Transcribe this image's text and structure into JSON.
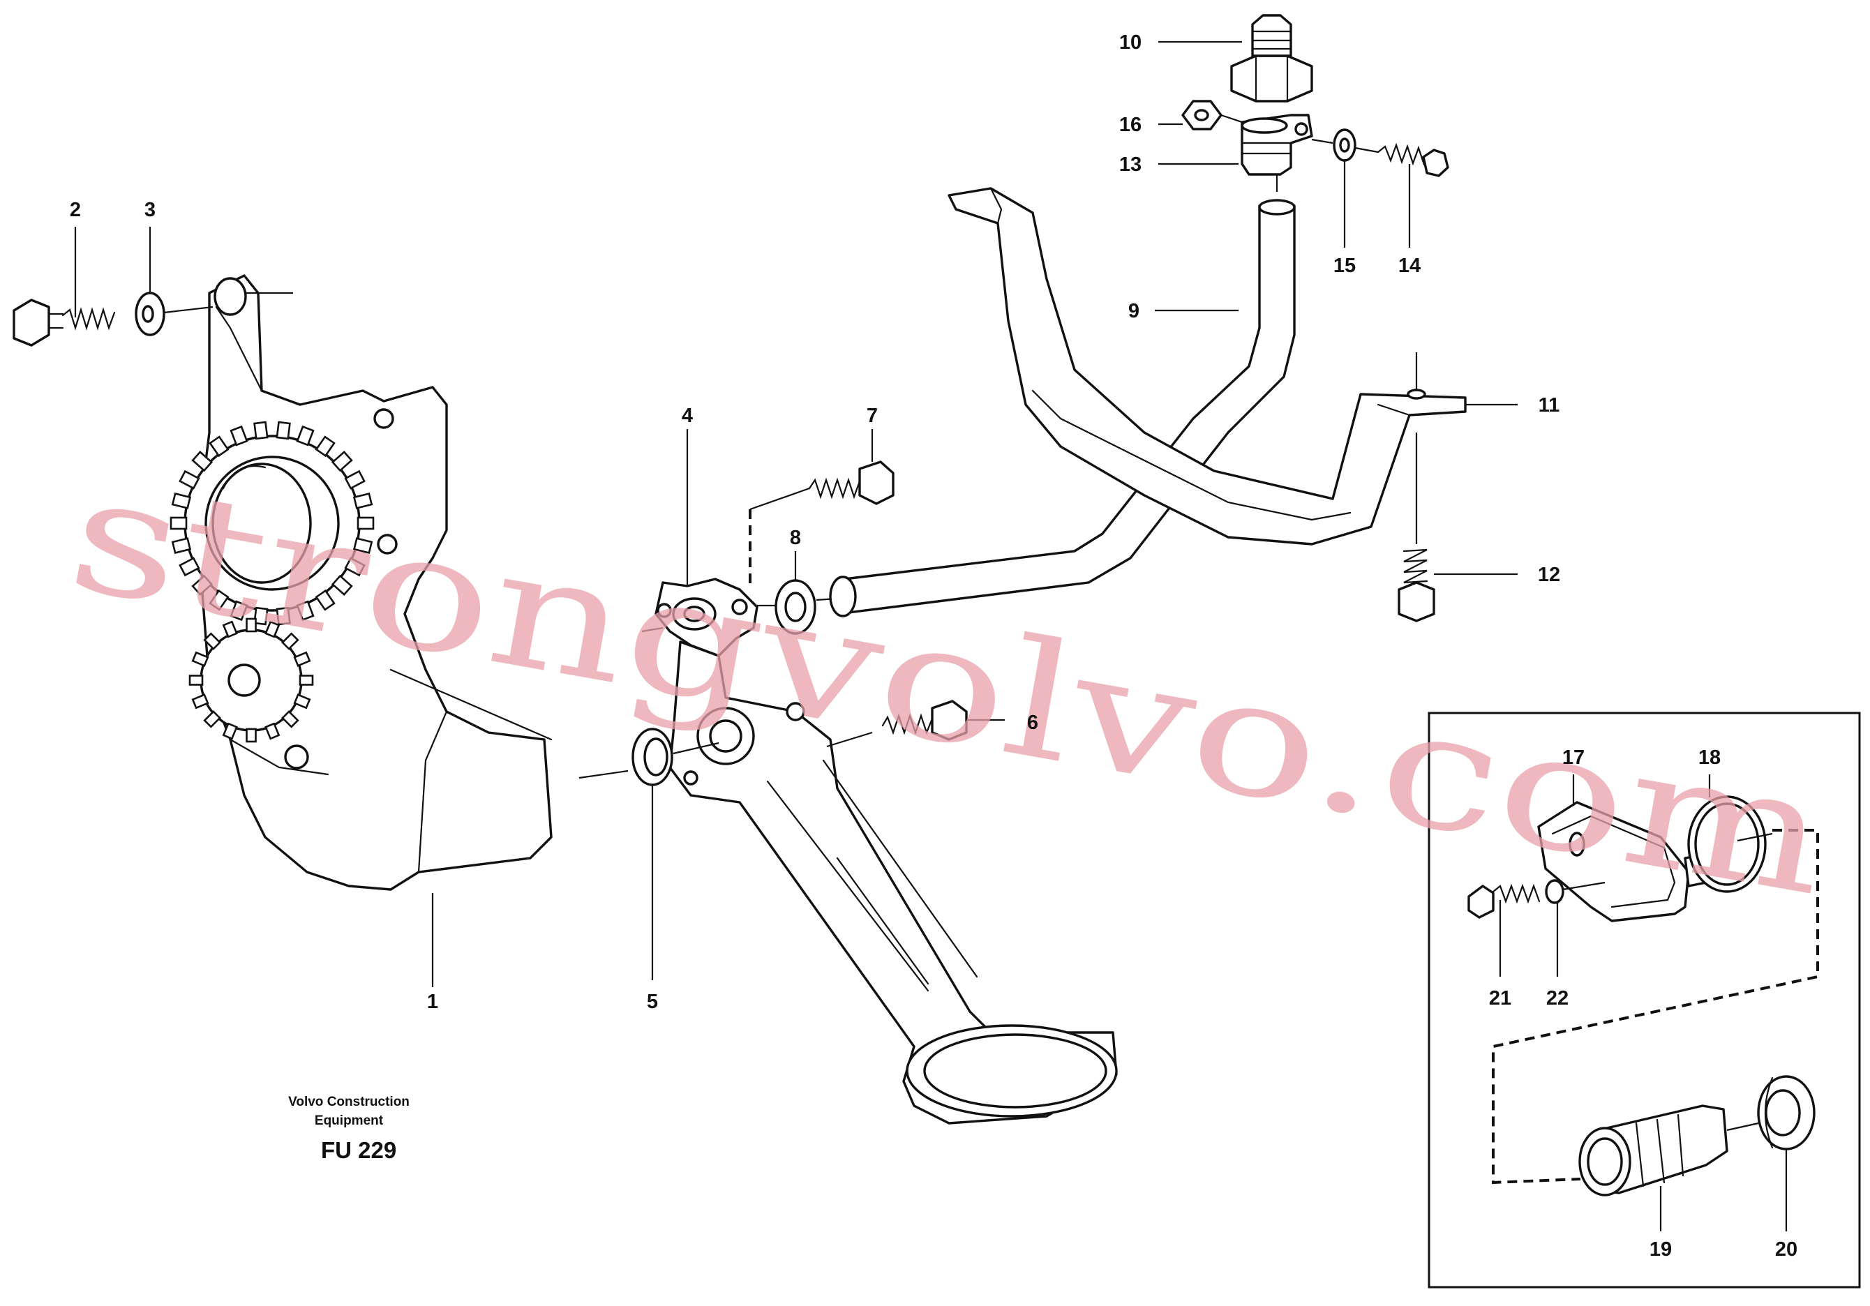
{
  "watermark": "strongvolvo.com",
  "credit": {
    "line1": "Volvo Construction",
    "line2": "Equipment"
  },
  "drawing_number": "FU 229",
  "parts": [
    "1",
    "2",
    "3",
    "4",
    "5",
    "6",
    "7",
    "8",
    "9",
    "10",
    "11",
    "12",
    "13",
    "14",
    "15",
    "16",
    "17",
    "18",
    "19",
    "20",
    "21",
    "22"
  ]
}
